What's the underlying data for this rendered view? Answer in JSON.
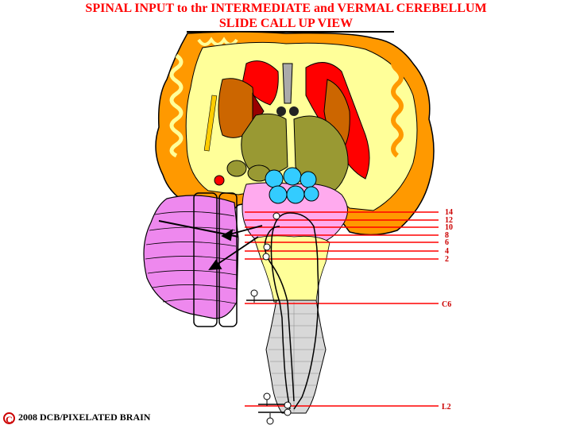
{
  "title": {
    "line1": "SPINAL INPUT to thr INTERMEDIATE and VERMAL CEREBELLUM",
    "line2": "SLIDE CALL UP VIEW"
  },
  "level_labels": [
    "14",
    "12",
    "10",
    "8",
    "6",
    "4",
    "2",
    "C6",
    "L2"
  ],
  "footer": {
    "copyright_symbol": "C",
    "text": "2008  DCB/PIXELATED BRAIN"
  },
  "colors": {
    "title": "#ff0000",
    "cortex_orange": "#ff9900",
    "white_matter": "#ffff99",
    "putamen": "#cc6600",
    "caudate_red": "#ff0000",
    "thalamus_olive": "#999933",
    "cyan_nuclei": "#33ccff",
    "cerebellum_pink": "#ee88ee",
    "brainstem_pink": "#ffaaee",
    "cord_gray": "#d8d8d8",
    "level_lines": "#ff0000"
  }
}
